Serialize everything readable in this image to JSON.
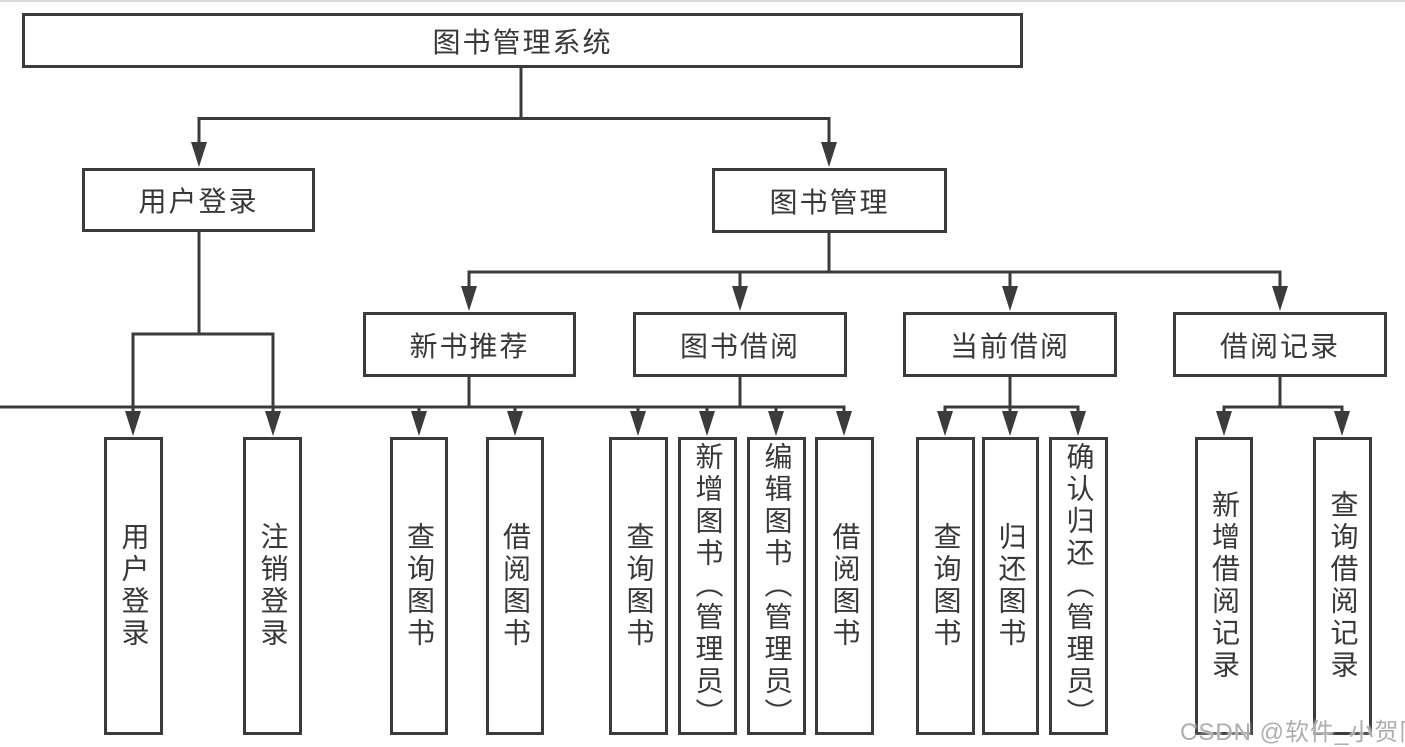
{
  "title": {
    "label": "图书管理系统"
  },
  "level2": [
    {
      "label": "用户登录"
    },
    {
      "label": "图书管理"
    }
  ],
  "level3": [
    {
      "label": "新书推荐"
    },
    {
      "label": "图书借阅"
    },
    {
      "label": "当前借阅"
    },
    {
      "label": "借阅记录"
    }
  ],
  "leaves": [
    {
      "label": "用户登录"
    },
    {
      "label": "注销登录"
    },
    {
      "label": "查询图书"
    },
    {
      "label": "借阅图书"
    },
    {
      "label": "查询图书"
    },
    {
      "label": "新增图书（管理员）"
    },
    {
      "label": "编辑图书（管理员）"
    },
    {
      "label": "借阅图书"
    },
    {
      "label": "查询图书"
    },
    {
      "label": "归还图书"
    },
    {
      "label": "确认归还（管理员）"
    },
    {
      "label": "新增借阅记录"
    },
    {
      "label": "查询借阅记录"
    }
  ],
  "watermark": {
    "label": "CSDN @软件_小贺同学"
  },
  "colors": {
    "line": "#3b3b3b",
    "box_border": "#3b3b3b",
    "text": "#383838",
    "watermark": "#aeaeae",
    "background": "#ffffff"
  }
}
